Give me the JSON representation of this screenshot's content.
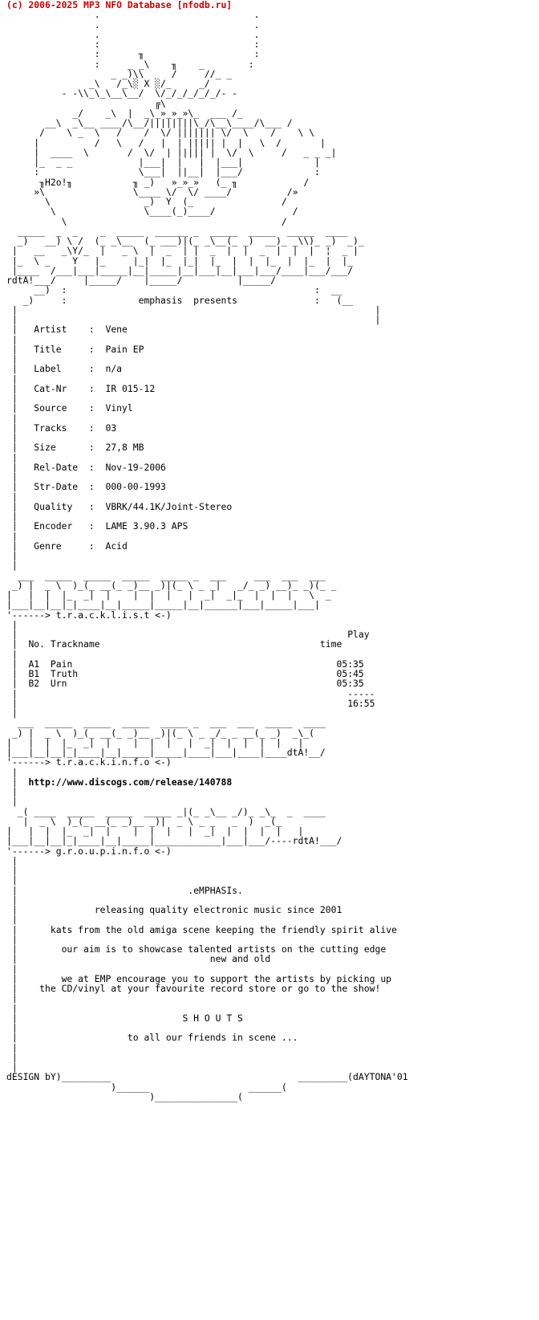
{
  "header": "(c) 2006-2025 MP3 NFO Database [nfodb.ru]",
  "ascii": {
    "logo_art": "                .                            .\n                .                            .\n                .                            .\n                :                            :\n                :       ╖                    :\n                :     _ _\\    ╖    _        :\n                   _ _)\\\\     /     //_ _\n               _\\   /_\\░ X ░/_     _/\n          - -\\\\_\\_\\__\\__/  \\/_/_/_/_/_/- -\n                           ╔\\\n            _/    _\\  |  _\\_»_»_»\\_  ___ /_\n       __\\  _\\__ ____/\\__/||||||||\\_/\\__\\____/\\___ /\n      /    \\ _  \\   /    /  \\/ ||||||| \\/  \\    /    \\ \\\n     |          /   \\   /   |  | ||||| |  |   \\  /       |\n     |  ____  \\       /  \\/  | ||||| |  \\/  \\     /   _ _ _|\n     |_  _ _            |___|  |   |  |___|             |\n     :                  \\___|  ||__|  |___/             :\n      ╖H2o!╖           ╖ _)   »_»_»   (_ ╖            /\n     »\\                \\____ \\/  \\/ ____/          /»\n       \\                 _)  Y  (_                /\n        \\                \\____(_)____/              /\n          \\                                       /",
    "emp_logo": "  _____  _  _    _  _____  ______ _  _____  _____  _____  ____\n  _)   __) \\ /  (_ _\\__  (_ ___)|(_ _\\__(_ _)  __)_ _\\\\)_ _)  _)_\n |   __   _\\Y/_  |   _ \\  |  _  | |  _  |  |  _  |  |  |  ¦  _ |\n |_  \\ _    Y   |_     |_|  |_  |_|  |_  |  |  |_  |  |_  |  |_\n |____  /___|___|_____|__|_____|__|___|__|___|___/____|___/___/\nrdtA!___/     |_____/    |_____/          |_____/",
    "presents": "          emphasis  presents",
    "section_tracklist": "  ___  _____  _____  _____  _____ _  ___     ___  ___  ___\n _) |  _ \\  )_(_ __(_ _)__ _)|(_ \\ _ _|   _/_ _) __)_ _)(_ _\n|   |  |  |_  _|  |    |  |  |   |  _|  _|_  |  |  |   \\  _\n|___|__|__|_|____|__|_____|_____|__|______|___|_____|___|\n'------> t.r.a.c.k.l.i.s.t <-)",
    "section_trackinfo": "  ___  _____  _____  _____  _____ _  ___  ___  _____  ____\n _) |  _ \\  )_(_ __(_ _)__ _)|(_ \\ _ _/_ _ __(_ _)  _\\_(\n|   |  |  |_  _|  |    |  |  |   |  _|  |  |  |  |   |\n|___|__|__|_|____|__|_____|_____|____|___|____|____dtA!__/\n'------> t.r.a.c.k.i.n.f.o <-)",
    "section_groupinfo": "  _( ____  _____  _____  _____ _|(_ _\\__ _/)_ _\\_  _  ____\n   |  _ \\  )_(_ __(_ _)__ _)|  _ \\ _ _   _  )  _(_\n|   |  |  |_  _|  |    |  |  |   |  _|  |  |  |  |   |\n|___|__|__|_|____|__|_____|____________|___|___/----rdtA!___/\n'------> g.r.o.u.p.i.n.f.o <-)",
    "footer": "dESIGN bY)_________                                  _________(dAYTONA'01\n                   )______                  ______(\n                          )_______________(  "
  },
  "release": {
    "fields": [
      {
        "label": "Artist  ",
        "value": "Vene"
      },
      {
        "label": "Title   ",
        "value": "Pain EP"
      },
      {
        "label": "Label   ",
        "value": "n/a"
      },
      {
        "label": "Cat-Nr  ",
        "value": "IR 015-12"
      },
      {
        "label": "Source  ",
        "value": "Vinyl"
      },
      {
        "label": "Tracks  ",
        "value": "03"
      },
      {
        "label": "Size    ",
        "value": "27,8 MB"
      },
      {
        "label": "Rel-Date",
        "value": "Nov-19-2006"
      },
      {
        "label": "Str-Date",
        "value": "000-00-1993"
      },
      {
        "label": "Quality ",
        "value": "VBRK/44.1K/Joint-Stereo"
      },
      {
        "label": "Encoder ",
        "value": "LAME 3.90.3 APS"
      },
      {
        "label": "Genre   ",
        "value": "Acid"
      }
    ]
  },
  "tracklist": {
    "col_no": "No.",
    "col_name": "Trackname",
    "col_play": "Play",
    "col_time": "time",
    "tracks": [
      {
        "no": "A1",
        "name": "Pain",
        "time": "05:35"
      },
      {
        "no": "B1",
        "name": "Truth",
        "time": "05:45"
      },
      {
        "no": "B2",
        "name": "Urn",
        "time": "05:35"
      }
    ],
    "separator": "-----",
    "total": "16:55"
  },
  "trackinfo": {
    "url": "http://www.discogs.com/release/140788"
  },
  "groupinfo": {
    "group": ".eMPHASIs.",
    "lines": [
      "releasing quality electronic music since 2001",
      "kats from the old amiga scene keeping the friendly spirit alive",
      "our aim is to showcase talented artists on the cutting edge",
      "new and old",
      "we at EMP encourage you to support the artists by picking up",
      "the CD/vinyl at your favourite record store or go to the show!"
    ],
    "shouts_title": "S H O U T S",
    "shouts_text": "to all our friends in scene ..."
  }
}
